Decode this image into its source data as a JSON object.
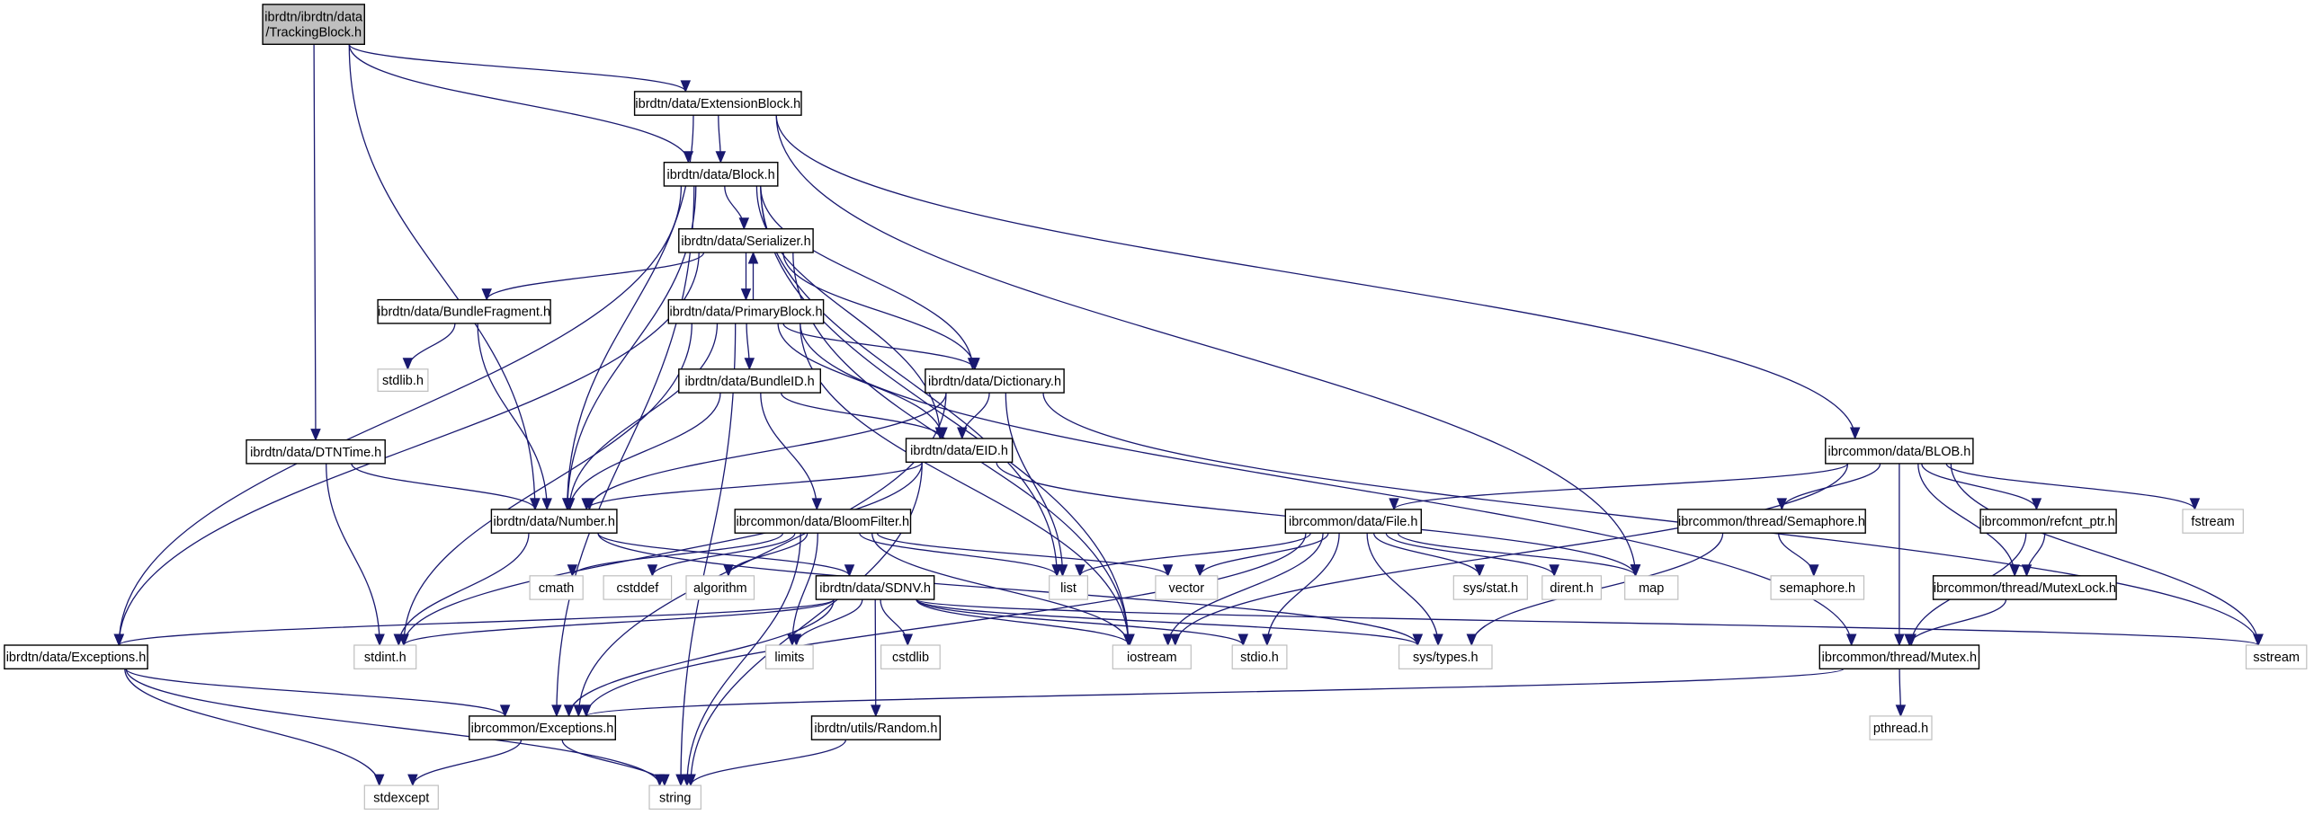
{
  "graph": {
    "title": "Include dependency graph for ibrdtn/ibrdtn/data/TrackingBlock.h",
    "colors": {
      "edge": "#191970",
      "root_fill": "#bfbfbf",
      "node_border": "#000000",
      "external_border": "#bfbfbf"
    },
    "nodes": [
      {
        "id": "tracking",
        "label": [
          "ibrdtn/ibrdtn/data",
          "/TrackingBlock.h"
        ],
        "kind": "root"
      },
      {
        "id": "extblock",
        "label": [
          "ibrdtn/data/ExtensionBlock.h"
        ],
        "kind": "header"
      },
      {
        "id": "block",
        "label": [
          "ibrdtn/data/Block.h"
        ],
        "kind": "header"
      },
      {
        "id": "serializer",
        "label": [
          "ibrdtn/data/Serializer.h"
        ],
        "kind": "header"
      },
      {
        "id": "bfrag",
        "label": [
          "ibrdtn/data/BundleFragment.h"
        ],
        "kind": "header"
      },
      {
        "id": "primary",
        "label": [
          "ibrdtn/data/PrimaryBlock.h"
        ],
        "kind": "header"
      },
      {
        "id": "stdlib",
        "label": [
          "stdlib.h"
        ],
        "kind": "external"
      },
      {
        "id": "bundleid",
        "label": [
          "ibrdtn/data/BundleID.h"
        ],
        "kind": "header"
      },
      {
        "id": "dictionary",
        "label": [
          "ibrdtn/data/Dictionary.h"
        ],
        "kind": "header"
      },
      {
        "id": "dtntime",
        "label": [
          "ibrdtn/data/DTNTime.h"
        ],
        "kind": "header"
      },
      {
        "id": "eid",
        "label": [
          "ibrdtn/data/EID.h"
        ],
        "kind": "header"
      },
      {
        "id": "blob",
        "label": [
          "ibrcommon/data/BLOB.h"
        ],
        "kind": "header"
      },
      {
        "id": "number",
        "label": [
          "ibrdtn/data/Number.h"
        ],
        "kind": "header"
      },
      {
        "id": "bloom",
        "label": [
          "ibrcommon/data/BloomFilter.h"
        ],
        "kind": "header"
      },
      {
        "id": "file",
        "label": [
          "ibrcommon/data/File.h"
        ],
        "kind": "header"
      },
      {
        "id": "semaphore",
        "label": [
          "ibrcommon/thread/Semaphore.h"
        ],
        "kind": "header"
      },
      {
        "id": "refcnt",
        "label": [
          "ibrcommon/refcnt_ptr.h"
        ],
        "kind": "header"
      },
      {
        "id": "fstream",
        "label": [
          "fstream"
        ],
        "kind": "external"
      },
      {
        "id": "cmath",
        "label": [
          "cmath"
        ],
        "kind": "external"
      },
      {
        "id": "cstddef",
        "label": [
          "cstddef"
        ],
        "kind": "external"
      },
      {
        "id": "algorithm",
        "label": [
          "algorithm"
        ],
        "kind": "external"
      },
      {
        "id": "sdnv",
        "label": [
          "ibrdtn/data/SDNV.h"
        ],
        "kind": "header"
      },
      {
        "id": "list",
        "label": [
          "list"
        ],
        "kind": "external"
      },
      {
        "id": "vector",
        "label": [
          "vector"
        ],
        "kind": "external"
      },
      {
        "id": "sysstat",
        "label": [
          "sys/stat.h"
        ],
        "kind": "external"
      },
      {
        "id": "dirent",
        "label": [
          "dirent.h"
        ],
        "kind": "external"
      },
      {
        "id": "map",
        "label": [
          "map"
        ],
        "kind": "external"
      },
      {
        "id": "semaphoreh",
        "label": [
          "semaphore.h"
        ],
        "kind": "external"
      },
      {
        "id": "mutexlock",
        "label": [
          "ibrcommon/thread/MutexLock.h"
        ],
        "kind": "header"
      },
      {
        "id": "dexceptions",
        "label": [
          "ibrdtn/data/Exceptions.h"
        ],
        "kind": "header"
      },
      {
        "id": "stdint",
        "label": [
          "stdint.h"
        ],
        "kind": "external"
      },
      {
        "id": "limits",
        "label": [
          "limits"
        ],
        "kind": "external"
      },
      {
        "id": "cstdlib",
        "label": [
          "cstdlib"
        ],
        "kind": "external"
      },
      {
        "id": "iostream",
        "label": [
          "iostream"
        ],
        "kind": "external"
      },
      {
        "id": "stdio",
        "label": [
          "stdio.h"
        ],
        "kind": "external"
      },
      {
        "id": "systypes",
        "label": [
          "sys/types.h"
        ],
        "kind": "external"
      },
      {
        "id": "mutex",
        "label": [
          "ibrcommon/thread/Mutex.h"
        ],
        "kind": "header"
      },
      {
        "id": "sstream",
        "label": [
          "sstream"
        ],
        "kind": "external"
      },
      {
        "id": "cexceptions",
        "label": [
          "ibrcommon/Exceptions.h"
        ],
        "kind": "header"
      },
      {
        "id": "random",
        "label": [
          "ibrdtn/utils/Random.h"
        ],
        "kind": "header"
      },
      {
        "id": "pthread",
        "label": [
          "pthread.h"
        ],
        "kind": "external"
      },
      {
        "id": "stdexcept",
        "label": [
          "stdexcept"
        ],
        "kind": "external"
      },
      {
        "id": "string",
        "label": [
          "string"
        ],
        "kind": "external"
      }
    ],
    "edges": [
      [
        "tracking",
        "extblock"
      ],
      [
        "tracking",
        "block"
      ],
      [
        "tracking",
        "number"
      ],
      [
        "tracking",
        "dtntime"
      ],
      [
        "extblock",
        "block"
      ],
      [
        "extblock",
        "number"
      ],
      [
        "extblock",
        "map"
      ],
      [
        "extblock",
        "blob"
      ],
      [
        "block",
        "serializer"
      ],
      [
        "block",
        "number"
      ],
      [
        "block",
        "dexceptions"
      ],
      [
        "block",
        "cexceptions"
      ],
      [
        "block",
        "dictionary"
      ],
      [
        "block",
        "eid"
      ],
      [
        "block",
        "list"
      ],
      [
        "block",
        "iostream"
      ],
      [
        "serializer",
        "primary"
      ],
      [
        "serializer",
        "bfrag"
      ],
      [
        "serializer",
        "dexceptions"
      ],
      [
        "serializer",
        "dictionary"
      ],
      [
        "serializer",
        "iostream"
      ],
      [
        "primary",
        "serializer"
      ],
      [
        "primary",
        "bundleid"
      ],
      [
        "primary",
        "dictionary"
      ],
      [
        "primary",
        "eid"
      ],
      [
        "primary",
        "number"
      ],
      [
        "primary",
        "stdint"
      ],
      [
        "primary",
        "string"
      ],
      [
        "primary",
        "iostream"
      ],
      [
        "primary",
        "mutex"
      ],
      [
        "bfrag",
        "stdlib"
      ],
      [
        "bfrag",
        "number"
      ],
      [
        "bundleid",
        "eid"
      ],
      [
        "bundleid",
        "number"
      ],
      [
        "bundleid",
        "bloom"
      ],
      [
        "dictionary",
        "eid"
      ],
      [
        "dictionary",
        "number"
      ],
      [
        "dictionary",
        "list"
      ],
      [
        "dictionary",
        "cexceptions"
      ],
      [
        "dictionary",
        "sstream"
      ],
      [
        "dtntime",
        "number"
      ],
      [
        "dtntime",
        "stdint"
      ],
      [
        "eid",
        "number"
      ],
      [
        "eid",
        "map"
      ],
      [
        "eid",
        "stdint"
      ],
      [
        "eid",
        "string"
      ],
      [
        "number",
        "sdnv"
      ],
      [
        "number",
        "stdint"
      ],
      [
        "number",
        "systypes"
      ],
      [
        "bloom",
        "cmath"
      ],
      [
        "bloom",
        "cstddef"
      ],
      [
        "bloom",
        "algorithm"
      ],
      [
        "bloom",
        "list"
      ],
      [
        "bloom",
        "vector"
      ],
      [
        "bloom",
        "limits"
      ],
      [
        "bloom",
        "string"
      ],
      [
        "bloom",
        "iostream"
      ],
      [
        "sdnv",
        "dexceptions"
      ],
      [
        "sdnv",
        "stdint"
      ],
      [
        "sdnv",
        "limits"
      ],
      [
        "sdnv",
        "cstdlib"
      ],
      [
        "sdnv",
        "iostream"
      ],
      [
        "sdnv",
        "stdio"
      ],
      [
        "sdnv",
        "systypes"
      ],
      [
        "sdnv",
        "sstream"
      ],
      [
        "sdnv",
        "cexceptions"
      ],
      [
        "sdnv",
        "random"
      ],
      [
        "blob",
        "file"
      ],
      [
        "blob",
        "semaphore"
      ],
      [
        "blob",
        "refcnt"
      ],
      [
        "blob",
        "mutexlock"
      ],
      [
        "blob",
        "mutex"
      ],
      [
        "blob",
        "fstream"
      ],
      [
        "blob",
        "sstream"
      ],
      [
        "blob",
        "iostream"
      ],
      [
        "file",
        "list"
      ],
      [
        "file",
        "vector"
      ],
      [
        "file",
        "sysstat"
      ],
      [
        "file",
        "dirent"
      ],
      [
        "file",
        "map"
      ],
      [
        "file",
        "iostream"
      ],
      [
        "file",
        "stdio"
      ],
      [
        "file",
        "systypes"
      ],
      [
        "file",
        "cexceptions"
      ],
      [
        "semaphore",
        "semaphoreh"
      ],
      [
        "semaphore",
        "systypes"
      ],
      [
        "refcnt",
        "mutexlock"
      ],
      [
        "refcnt",
        "mutex"
      ],
      [
        "mutexlock",
        "mutex"
      ],
      [
        "mutex",
        "cexceptions"
      ],
      [
        "mutex",
        "pthread"
      ],
      [
        "dexceptions",
        "cexceptions"
      ],
      [
        "dexceptions",
        "stdexcept"
      ],
      [
        "dexceptions",
        "string"
      ],
      [
        "cexceptions",
        "stdexcept"
      ],
      [
        "cexceptions",
        "string"
      ],
      [
        "random",
        "string"
      ]
    ]
  }
}
